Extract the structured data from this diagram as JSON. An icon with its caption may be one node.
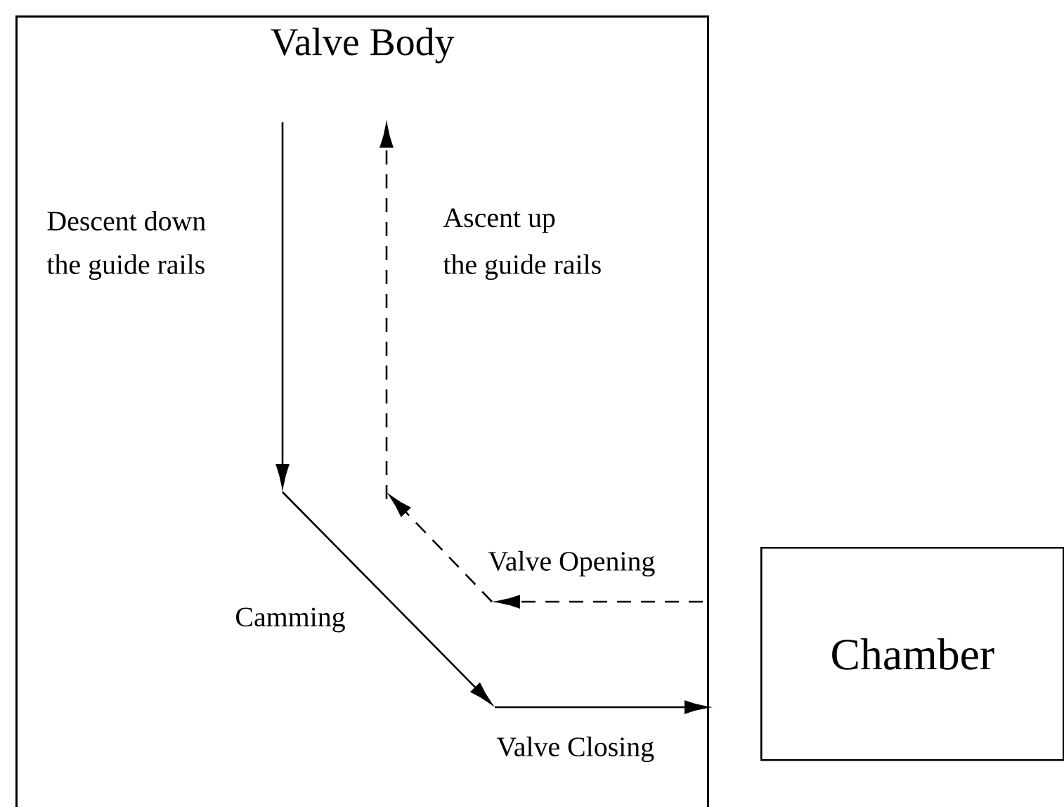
{
  "diagram": {
    "nodes": [
      {
        "text": [
          "Valve Body"
        ]
      },
      {
        "text": [
          "Chamber"
        ]
      }
    ],
    "labels": [
      "Descent down",
      "the guide rails",
      "Ascent up",
      "the guide rails",
      "Valve Opening",
      "Camming",
      "Valve Closing"
    ]
  }
}
